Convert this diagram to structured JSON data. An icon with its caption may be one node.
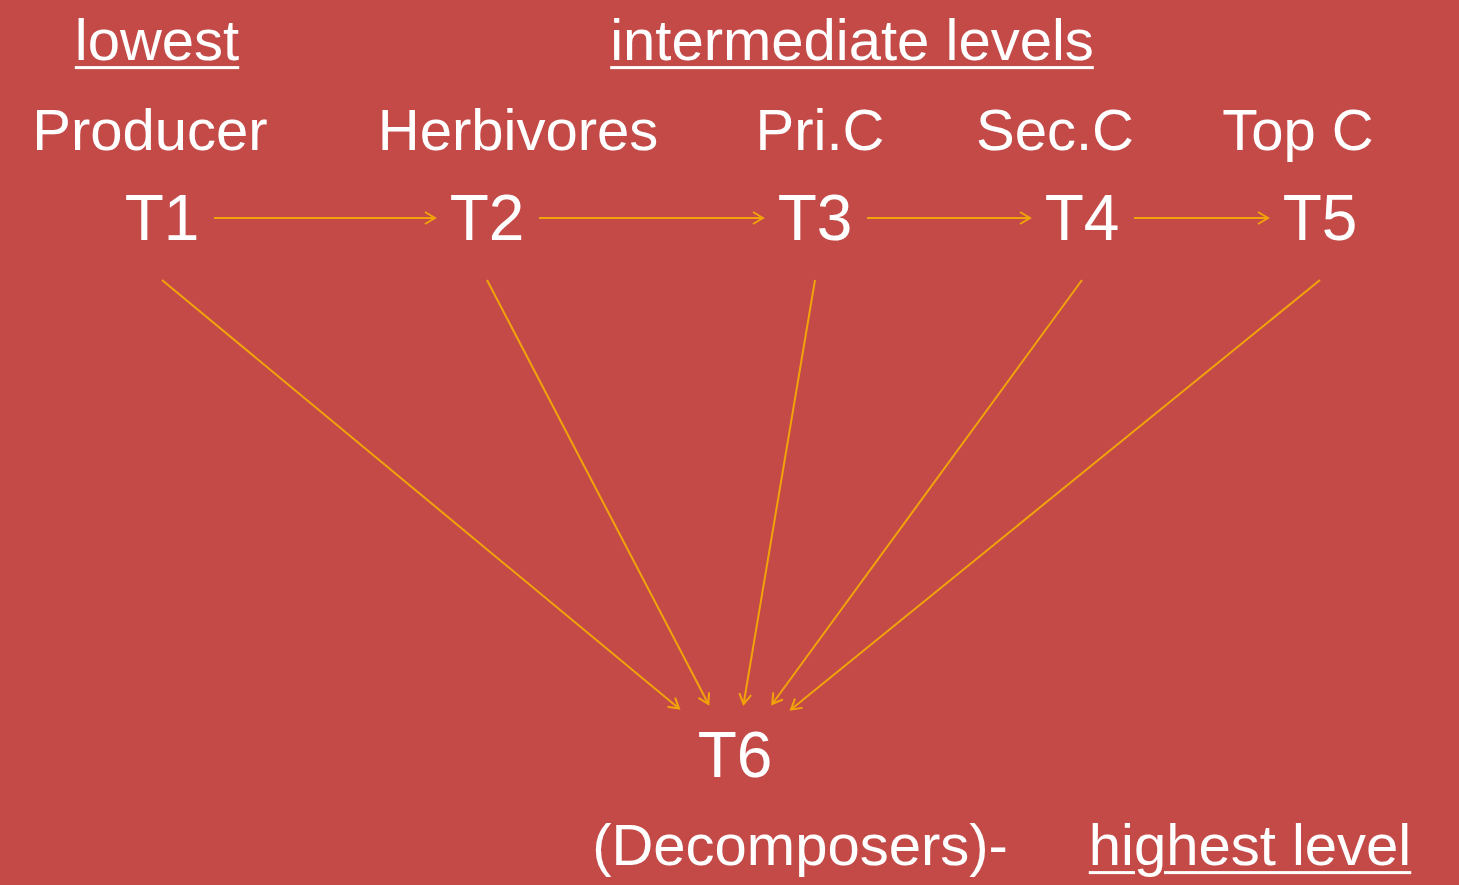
{
  "diagram": {
    "nodes": [
      {
        "text": [
          "T1"
        ],
        "beside": [
          "Producer"
        ]
      },
      {
        "text": [
          "T2"
        ],
        "beside": [
          "Herbivores"
        ]
      },
      {
        "text": [
          "T3"
        ],
        "beside": [
          "Pri.C"
        ]
      },
      {
        "text": [
          "T4"
        ],
        "beside": [
          "Sec.C"
        ]
      },
      {
        "text": [
          "T5"
        ],
        "beside": [
          "Top C"
        ]
      },
      {
        "text": [
          "T6"
        ],
        "beside": [
          "(Decomposers)-"
        ]
      }
    ],
    "edges": [
      {
        "from": 0,
        "to": 1,
        "arrow": "to"
      },
      {
        "from": 1,
        "to": 2,
        "arrow": "to"
      },
      {
        "from": 2,
        "to": 3,
        "arrow": "to"
      },
      {
        "from": 3,
        "to": 4,
        "arrow": "to"
      },
      {
        "from": 0,
        "to": 5,
        "arrow": "to"
      },
      {
        "from": 1,
        "to": 5,
        "arrow": "to"
      },
      {
        "from": 2,
        "to": 5,
        "arrow": "to"
      },
      {
        "from": 3,
        "to": 5,
        "arrow": "to"
      },
      {
        "from": 4,
        "to": 5,
        "arrow": "to"
      }
    ],
    "labels": [
      "lowest",
      "intermediate levels",
      "highest level"
    ]
  }
}
